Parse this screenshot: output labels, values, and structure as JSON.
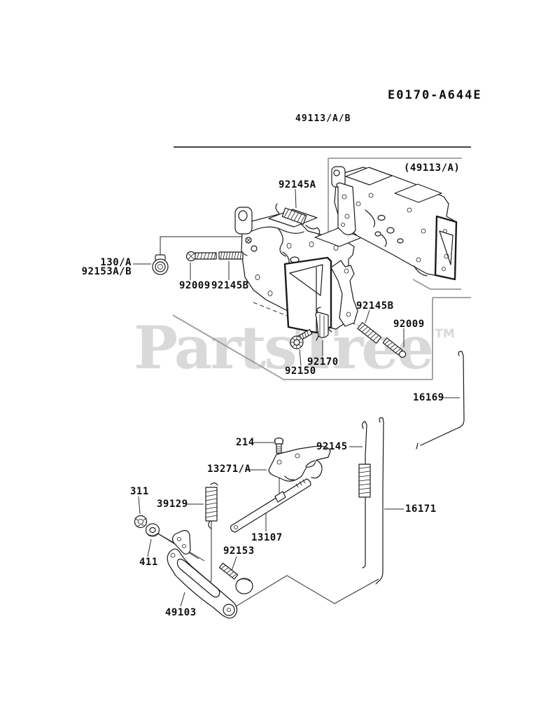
{
  "header": {
    "drawing_code": "E0170-A644E",
    "assembly_code": "49113/A/B"
  },
  "inset": {
    "caption": "(49113/A)"
  },
  "watermark": {
    "text": "PartsTree",
    "tm": "TM"
  },
  "labels": {
    "l92145a": "92145A",
    "l130a": "130/A",
    "l92153ab": "92153A/B",
    "l92009_left": "92009",
    "l92145b_left": "92145B",
    "l92145b_right": "92145B",
    "l92009_right": "92009",
    "l92170": "92170",
    "l92150": "92150",
    "l16169": "16169",
    "l214": "214",
    "l92145": "92145",
    "l13271a": "13271/A",
    "l311": "311",
    "l39129": "39129",
    "l16171": "16171",
    "l13107": "13107",
    "l92153": "92153",
    "l411": "411",
    "l49103": "49103"
  }
}
